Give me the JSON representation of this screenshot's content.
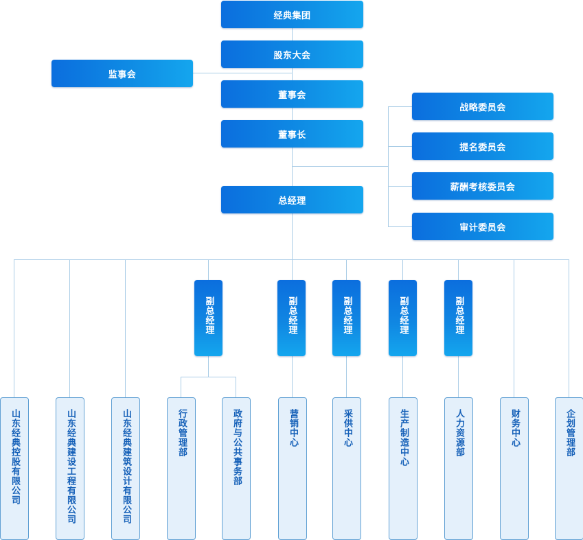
{
  "chart": {
    "top_nodes": {
      "group": "经典集团",
      "shareholders": "股东大会",
      "supervisors": "监事会",
      "board": "董事会",
      "chairman": "董事长",
      "gm": "总经理"
    },
    "committees": [
      "战略委员会",
      "提名委员会",
      "薪酬考核委员会",
      "审计委员会"
    ],
    "vice_gm_label": "副总经理",
    "departments": [
      "山东经典控股有限公司",
      "山东经典建设工程有限公司",
      "山东经典建筑设计有限公司",
      "行政管理部",
      "政府与公共事务部",
      "营销中心",
      "采供中心",
      "生产制造中心",
      "人力资源部",
      "财务中心",
      "企划管理部"
    ]
  }
}
